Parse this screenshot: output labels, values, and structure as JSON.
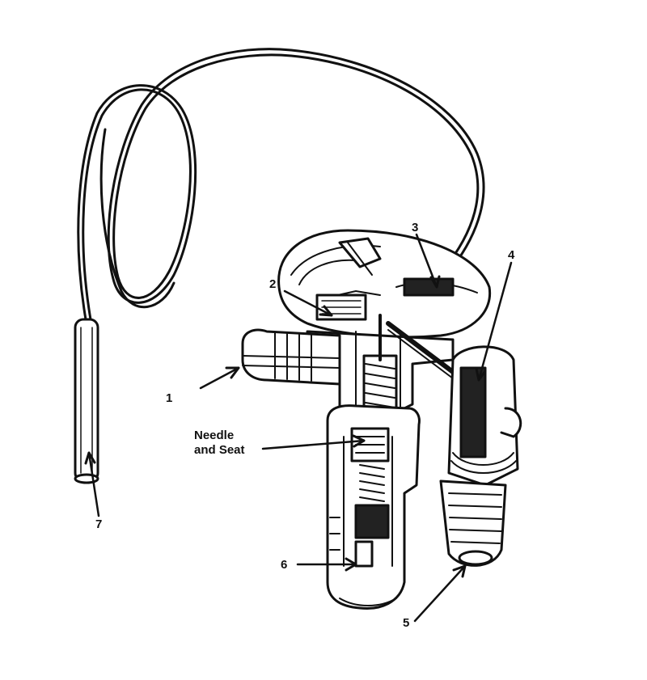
{
  "labels": {
    "l1": "1",
    "l2": "2",
    "l3": "3",
    "l4": "4",
    "l5": "5",
    "l6": "6",
    "l7": "7",
    "needle_line1": "Needle",
    "needle_line2": "and Seat"
  },
  "colors": {
    "ink": "#111111",
    "paper": "#ffffff"
  }
}
